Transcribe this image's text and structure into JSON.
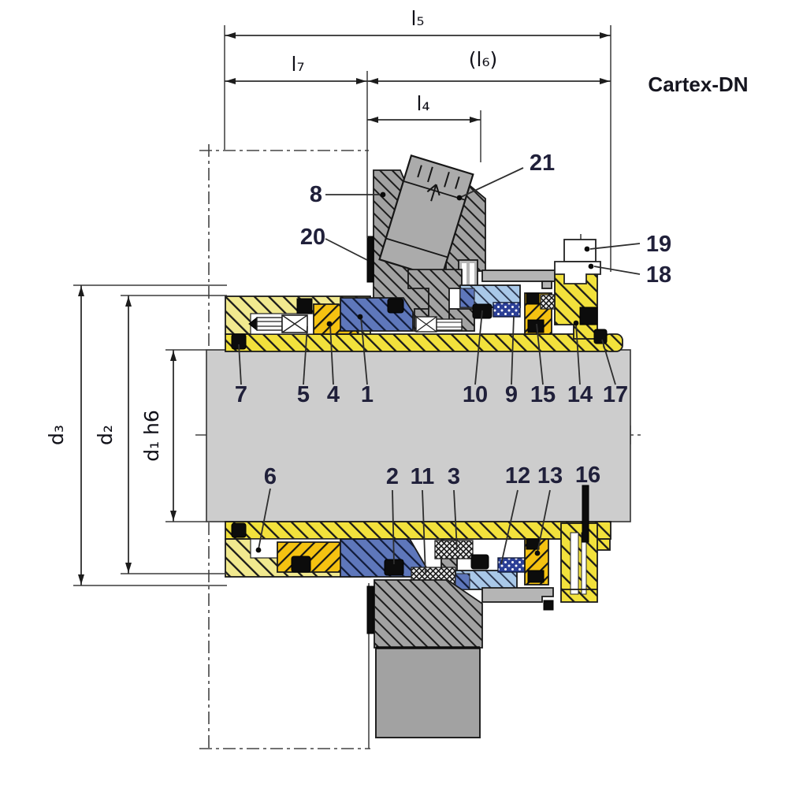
{
  "title": "Cartex-DN",
  "dimension_labels": {
    "l5": "l₅",
    "l7": "l₇",
    "l6_ref": "(l₆)",
    "l4": "l₄",
    "d3": "d₃",
    "d2": "d₂",
    "d1": "d₁ h6"
  },
  "part_labels": {
    "p1": "1",
    "p2": "2",
    "p3": "3",
    "p4": "4",
    "p5": "5",
    "p6": "6",
    "p7": "7",
    "p8": "8",
    "p9": "9",
    "p10": "10",
    "p11": "11",
    "p12": "12",
    "p13": "13",
    "p14": "14",
    "p15": "15",
    "p16": "16",
    "p17": "17",
    "p18": "18",
    "p19": "19",
    "p20": "20",
    "p21": "21"
  },
  "colors": {
    "sleeve_pale": "#f1e98f",
    "sleeve_bright": "#f2e13c",
    "gold": "#f5c211",
    "face_blue": "#5e77bb",
    "seat_light_blue": "#a9c8e8",
    "spring_dark_blue": "#2b3f96",
    "metal_gray": "#a2a2a2",
    "plug_gray": "#ababab",
    "strip_gray": "#b5b5b5",
    "shaft_gray": "#cdcdcd"
  }
}
